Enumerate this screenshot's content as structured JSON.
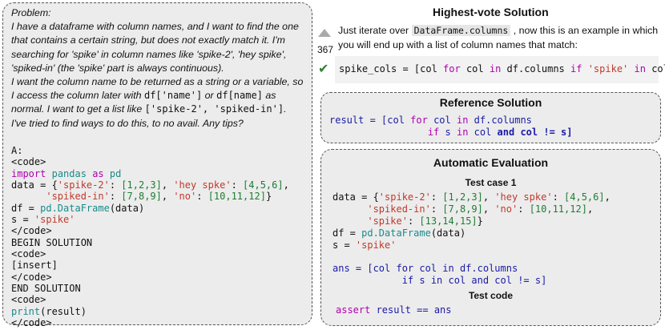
{
  "problem": {
    "label": "Problem:",
    "p1": "I have a dataframe with column names, and I want to find the one that contains a certain string, but does not exactly match it. I'm searching for 'spike' in column names like 'spike-2', 'hey spike', 'spiked-in' (the 'spike' part is always continuous).",
    "p2a": "I want the column name to be returned as a string or a variable, so I access the column later with ",
    "p2_code1": "df['name']",
    "p2_or": " or ",
    "p2_code2": "df[name]",
    "p2b": " as normal. I want to get a list like ",
    "p2_code3": "['spike-2', 'spiked-in']",
    "p2c": ". I've tried to find ways to do this, to no avail. Any tips?",
    "code": {
      "a_label": "A:",
      "code_open": "<code>",
      "kw_import": "import",
      "mod_pandas": "pandas",
      "kw_as": "as",
      "mod_pd": "pd",
      "data_prefix": "data = {",
      "k1": "'spike-2'",
      "v1": "[1,2,3]",
      "k2": "'hey spke'",
      "v2": "[4,5,6]",
      "k3": "'spiked-in'",
      "v3": "[7,8,9]",
      "k4": "'no'",
      "v4": "[10,11,12]",
      "df_prefix": "df = ",
      "pd_df": "pd.DataFrame",
      "df_suffix": "(data)",
      "s_prefix": "s = ",
      "s_val": "'spike'",
      "code_close": "</code>",
      "begin": "BEGIN SOLUTION",
      "insert": "[insert]",
      "end": "END SOLUTION",
      "fn_print": "print",
      "print_arg": "(result)"
    }
  },
  "highest_vote": {
    "title": "Highest-vote Solution",
    "votes": "367",
    "text_a": "Just iterate over ",
    "text_code": "DataFrame.columns",
    "text_b": ", now this is an example in which you will end up with a list of column names that match:",
    "code_a": "spike_cols = [col ",
    "code_for": "for",
    "code_b": " col ",
    "code_in": "in",
    "code_c": " df.columns ",
    "code_if": "if",
    "code_str": "'spike'",
    "code_in2": "in",
    "code_d": " col]"
  },
  "reference": {
    "title": "Reference Solution",
    "line1_a": "result = [col ",
    "line1_for": "for",
    "line1_b": " col ",
    "line1_in": "in",
    "line1_c": " df.columns",
    "line2_if": "if",
    "line2_a": " s ",
    "line2_in": "in",
    "line2_b": " col ",
    "line2_and": "and col",
    "line2_c": " != s]"
  },
  "evaluation": {
    "title": "Automatic Evaluation",
    "test_case_label": "Test case 1",
    "data_prefix": "data = {",
    "k1": "'spike-2'",
    "v1": "[1,2,3]",
    "k2": "'hey spke'",
    "v2": "[4,5,6]",
    "k3": "'spiked-in'",
    "v3": "[7,8,9]",
    "k4": "'no'",
    "v4": "[10,11,12]",
    "k5": "'spike'",
    "v5": "[13,14,15]",
    "df_prefix": "df = ",
    "pd_df": "pd.DataFrame",
    "df_suffix": "(data)",
    "s_prefix": "s = ",
    "s_val": "'spike'",
    "ans1": "ans = [col for col in df.columns",
    "ans2": "if s in col and col != s]",
    "test_code_label": "Test code",
    "assert_kw": "assert",
    "assert_rest": " result == ans"
  }
}
